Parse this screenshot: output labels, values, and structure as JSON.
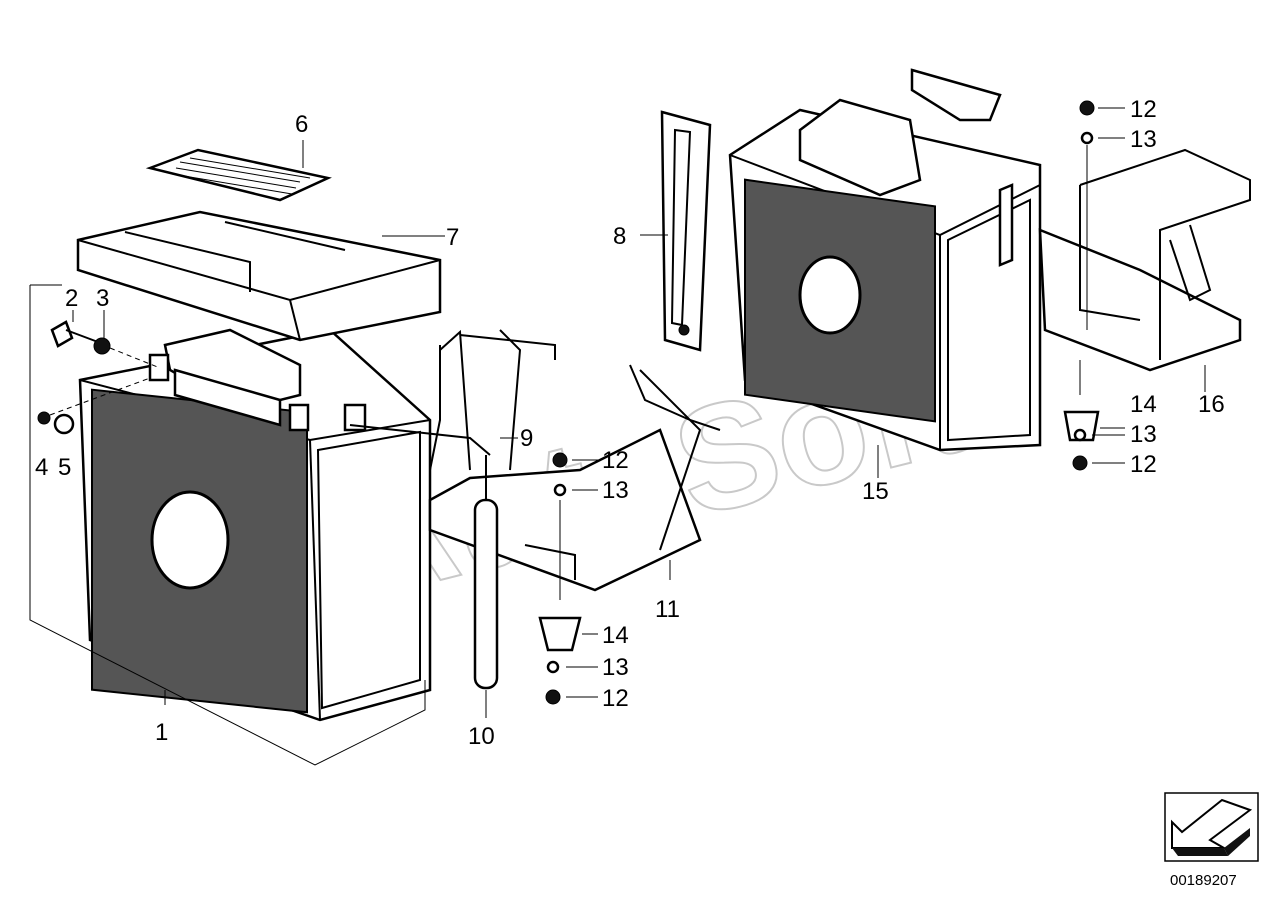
{
  "diagram": {
    "callouts": [
      "1",
      "2",
      "3",
      "4",
      "5",
      "6",
      "7",
      "8",
      "9",
      "10",
      "11",
      "12",
      "13",
      "14",
      "15",
      "16"
    ],
    "extra_callouts": {
      "c12a": "12",
      "c13a": "13",
      "c14a": "14",
      "c12b": "12",
      "c13b": "13",
      "c12c": "12",
      "c13c": "13",
      "c14c": "14",
      "c13d": "13",
      "c12d": "12"
    },
    "watermark": "AutoSoft",
    "reference_code": "00189207"
  }
}
